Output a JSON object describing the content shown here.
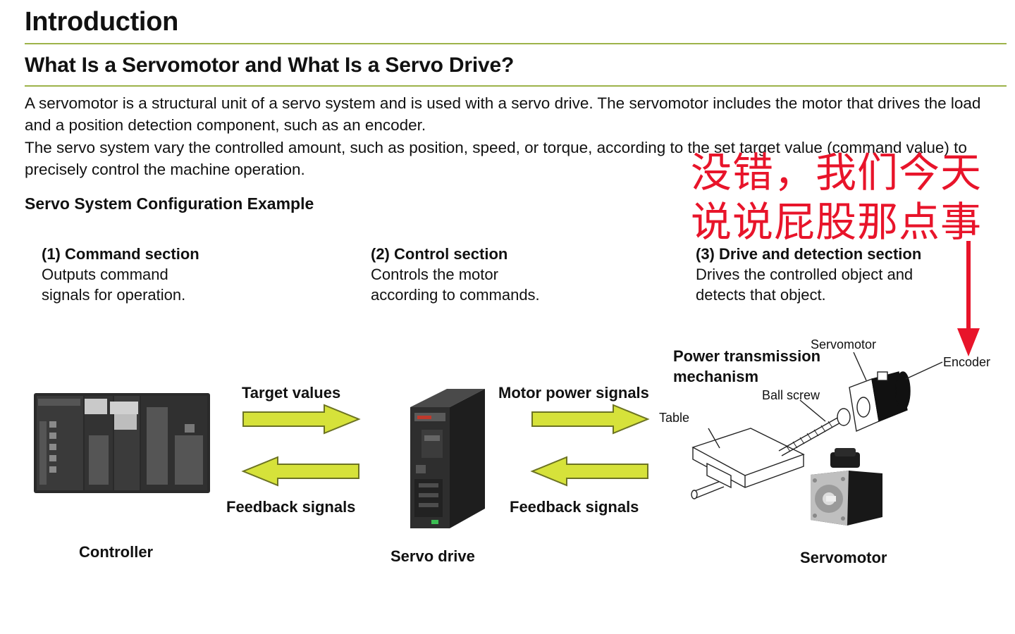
{
  "heading": "Introduction",
  "subheading": "What Is a Servomotor and What Is a Servo Drive?",
  "paragraphs": [
    "A servomotor is a structural unit of a servo system and is used with a servo drive. The servomotor includes the motor that drives the load and a position detection component, such as an encoder.",
    "The servo system vary the controlled amount, such as position, speed, or torque, according to the set target value (command value) to precisely control the machine operation."
  ],
  "figure_title": "Servo System Configuration Example",
  "sections": [
    {
      "title": "(1) Command section",
      "line1": "Outputs command",
      "line2": "signals for operation."
    },
    {
      "title": "(2) Control section",
      "line1": "Controls the motor",
      "line2": "according to commands."
    },
    {
      "title": "(3) Drive and detection section",
      "line1": "Drives the controlled object and",
      "line2": "detects that object."
    }
  ],
  "diagram": {
    "target_values": "Target values",
    "feedback_left": "Feedback signals",
    "motor_power": "Motor power signals",
    "feedback_right": "Feedback signals",
    "controller": "Controller",
    "servo_drive": "Servo drive",
    "servomotor": "Servomotor",
    "power_transmission": "Power transmission",
    "mechanism": "mechanism",
    "servomotor_small": "Servomotor",
    "encoder": "Encoder",
    "ball_screw": "Ball screw",
    "table": "Table"
  },
  "annotation": {
    "line1": "没错，我们今天",
    "line2": "说说屁股那点事"
  },
  "colors": {
    "rule": "#9db34a",
    "arrow_fill": "#d6e23a",
    "arrow_stroke": "#6c7323",
    "annotation": "#e8142a"
  }
}
